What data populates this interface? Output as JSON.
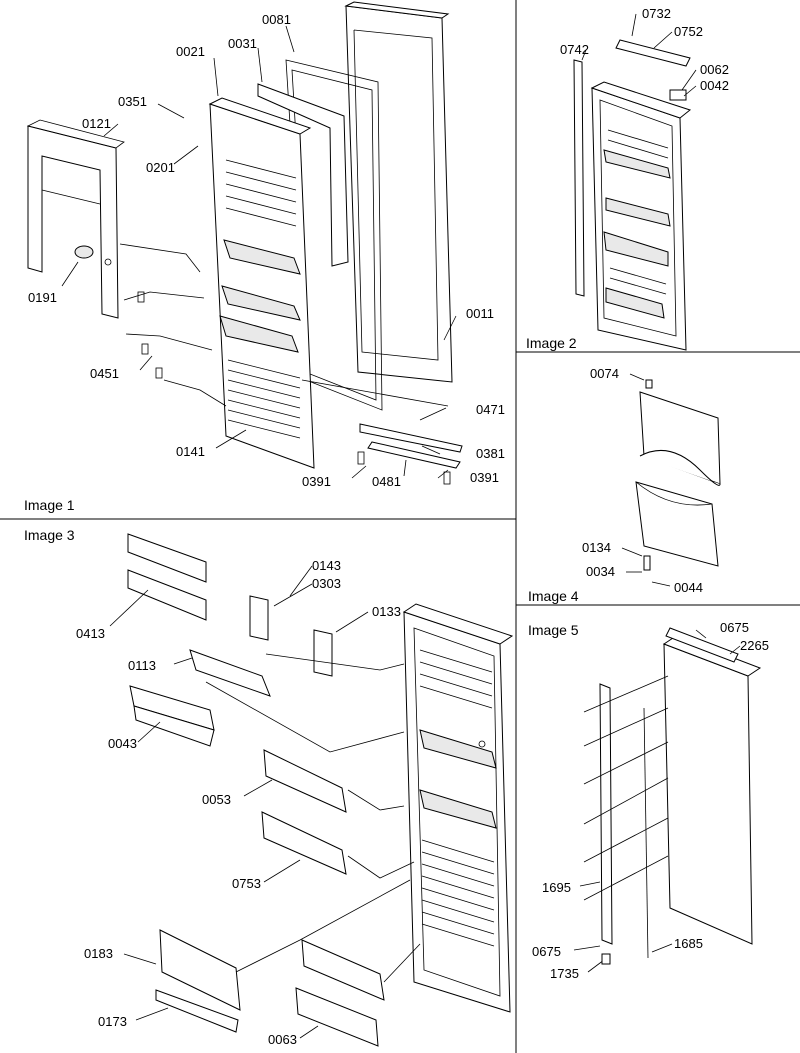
{
  "panels": {
    "p1": "Image 1",
    "p2": "Image 2",
    "p3": "Image 3",
    "p4": "Image 4",
    "p5": "Image 5"
  },
  "callouts": {
    "p1": [
      "0081",
      "0021",
      "0031",
      "0351",
      "0121",
      "0201",
      "0191",
      "0011",
      "0451",
      "0471",
      "0141",
      "0381",
      "0391",
      "0481",
      "0391"
    ],
    "p2": [
      "0732",
      "0752",
      "0742",
      "0062",
      "0042"
    ],
    "p3": [
      "0143",
      "0303",
      "0133",
      "0413",
      "0113",
      "0043",
      "0053",
      "0753",
      "0183",
      "0173",
      "0063"
    ],
    "p4": [
      "0074",
      "0134",
      "0034",
      "0044"
    ],
    "p5": [
      "0675",
      "2265",
      "1695",
      "0675",
      "1685",
      "1735"
    ]
  }
}
